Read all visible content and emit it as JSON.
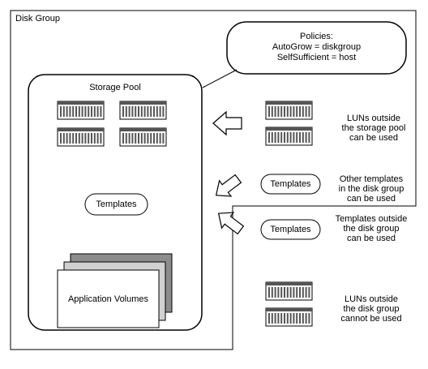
{
  "disk_group": {
    "label": "Disk Group"
  },
  "policies": {
    "title": "Policies:",
    "lines": [
      "AutoGrow = diskgroup",
      "SelfSufficient = host"
    ]
  },
  "storage_pool": {
    "label": "Storage Pool",
    "templates_label": "Templates"
  },
  "application_volumes": {
    "label": "Application Volumes"
  },
  "annotations": {
    "luns_inside": [
      "LUNs outside",
      "the storage pool",
      "can be used"
    ],
    "templates_in_group": {
      "button": "Templates",
      "lines": [
        "Other templates",
        "in the disk group",
        "can be used"
      ]
    },
    "templates_outside": {
      "button": "Templates",
      "lines": [
        "Templates outside",
        "the disk group",
        "can be used"
      ]
    },
    "luns_outside_group": [
      "LUNs outside",
      "the disk group",
      "cannot be used"
    ]
  }
}
